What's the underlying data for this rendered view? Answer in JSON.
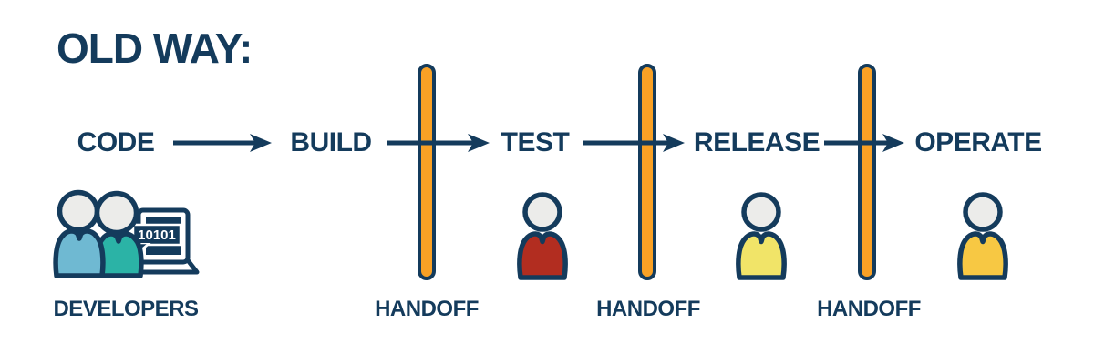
{
  "title": "OLD WAY:",
  "colors": {
    "navy": "#143B5C",
    "orange": "#F9A125",
    "head_gray": "#ECECEA",
    "background": "#FFFFFF"
  },
  "pipeline": {
    "stages": [
      {
        "label": "CODE"
      },
      {
        "label": "BUILD"
      },
      {
        "label": "TEST"
      },
      {
        "label": "RELEASE"
      },
      {
        "label": "OPERATE"
      }
    ]
  },
  "barriers": [
    {
      "label": "HANDOFF"
    },
    {
      "label": "HANDOFF"
    },
    {
      "label": "HANDOFF"
    }
  ],
  "developers": {
    "label": "DEVELOPERS",
    "laptop_screen_text": "10101",
    "left_person_color": "#6FB9D2",
    "right_person_color": "#2BB3A6"
  },
  "people": [
    {
      "stage": "TEST",
      "body_color": "#B22D20"
    },
    {
      "stage": "RELEASE",
      "body_color": "#F1E468"
    },
    {
      "stage": "OPERATE",
      "body_color": "#F7C843"
    }
  ]
}
